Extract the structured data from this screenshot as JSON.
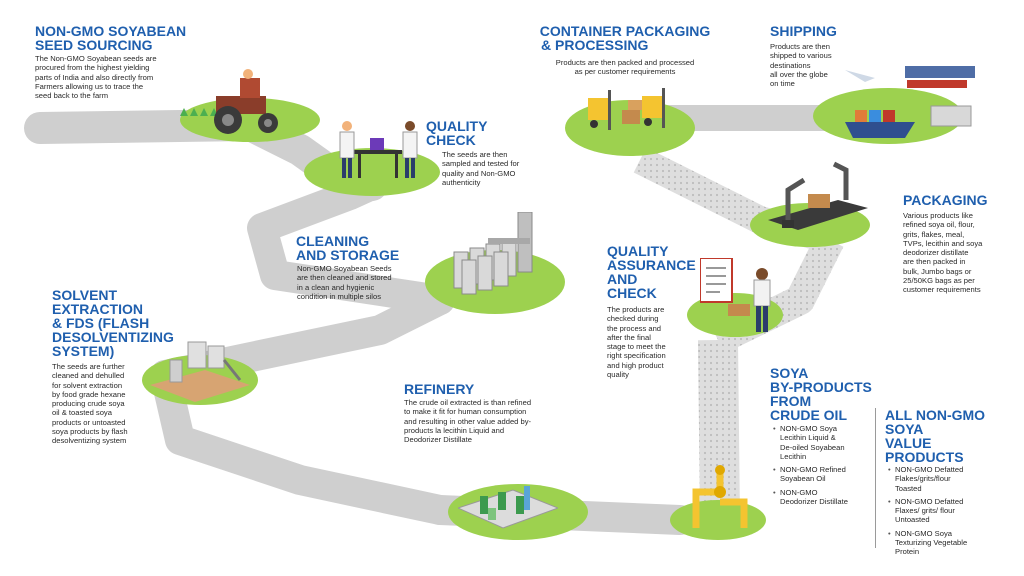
{
  "colors": {
    "title_blue": "#1f5fae",
    "road_gray": "#cfcfcf",
    "dotted_road": "#e1e1e1",
    "grass_green": "#9dd14f",
    "text_dark": "#2a2a2a"
  },
  "stages": {
    "seed_sourcing": {
      "title": [
        "NON-GMO SOYABEAN",
        "SEED SOURCING"
      ],
      "desc": [
        "The Non-GMO Soyabean seeds are",
        "procured from the highest yielding",
        "parts of India and also directly from",
        "Farmers allowing us to trace the",
        "seed back to the farm"
      ]
    },
    "quality_check": {
      "title": [
        "QUALITY",
        "CHECK"
      ],
      "desc": [
        "The seeds are then",
        "sampled and tested for",
        "quality and Non-GMO",
        "authenticity"
      ]
    },
    "cleaning_storage": {
      "title": [
        "CLEANING",
        "AND STORAGE"
      ],
      "desc": [
        "Non-GMO Soyabean Seeds",
        "are then cleaned and stored",
        "in a clean and hygienic",
        "condition in multiple silos"
      ]
    },
    "solvent_extraction": {
      "title": [
        "SOLVENT",
        "EXTRACTION",
        "& FDS (FLASH",
        "DESOLVENTIZING",
        "SYSTEM)"
      ],
      "desc": [
        "The seeds are further",
        "cleaned and dehulled",
        "for solvent extraction",
        "by food grade hexane",
        "producing crude soya",
        "oil & toasted soya",
        "products or untoasted",
        "soya products by flash",
        "desolventizing system"
      ]
    },
    "refinery": {
      "title": [
        "REFINERY"
      ],
      "desc": [
        "The crude oil extracted is than refined",
        "to make it fit for human consumption",
        "and resulting in other value added by-",
        "products la lecithin Liquid and",
        "Deodorizer Distillate"
      ]
    },
    "container_packaging": {
      "title": [
        "CONTAINER PACKAGING",
        "& PROCESSING"
      ],
      "desc": [
        "Products are then packed and processed",
        "as per customer requirements"
      ]
    },
    "shipping": {
      "title": [
        "SHIPPING"
      ],
      "desc": [
        "Products are then",
        "shipped to various",
        "destinations",
        "all over the globe",
        "on time"
      ]
    },
    "packaging": {
      "title": [
        "PACKAGING"
      ],
      "desc": [
        "Various products like",
        "refined soya oil, flour,",
        "grits, flakes, meal,",
        "TVPs, lecithin and soya",
        "deodorizer distillate",
        "are then packed in",
        "bulk, Jumbo bags or",
        "25/50KG bags as per",
        "customer requirements"
      ]
    },
    "quality_assurance": {
      "title": [
        "QUALITY",
        "ASSURANCE",
        "AND",
        "CHECK"
      ],
      "desc": [
        "The products are",
        "checked during",
        "the process and",
        "after the final",
        "stage to meet the",
        "right specification",
        "and high product",
        "quality"
      ]
    },
    "byproducts": {
      "title": [
        "SOYA",
        "BY-PRODUCTS",
        "FROM",
        "CRUDE OIL"
      ],
      "items": [
        [
          "NON-GMO Soya",
          "Lecithin Liquid &",
          "De-oiled Soyabean",
          "Lecithin"
        ],
        [
          "NON-GMO Refined",
          "Soyabean Oil"
        ],
        [
          "NON-GMO",
          "Deodorizer Distillate"
        ]
      ]
    },
    "value_products": {
      "title": [
        "ALL NON-GMO",
        "SOYA",
        "VALUE",
        "PRODUCTS"
      ],
      "items": [
        [
          "NON-GMO Defatted",
          "Flakes/grits/flour",
          "Toasted"
        ],
        [
          "NON-GMO Defatted",
          "Flaxes/ grits/ flour",
          "Untoasted"
        ],
        [
          "NON-GMO Soya",
          "Texturizing Vegetable",
          "Protein"
        ]
      ]
    }
  },
  "illustrations": {
    "seed_sourcing": "tractor-farmer-icon",
    "quality_check": "lab-scientists-icon",
    "cleaning_storage": "silos-icon",
    "solvent_extraction": "extraction-plant-icon",
    "refinery": "refinery-plant-icon",
    "container_packaging": "forklift-icon",
    "shipping": "ship-plane-truck-icon",
    "packaging": "robotic-arm-icon",
    "quality_assurance": "inspector-clipboard-icon",
    "byproducts": "oil-pipeline-icon"
  }
}
